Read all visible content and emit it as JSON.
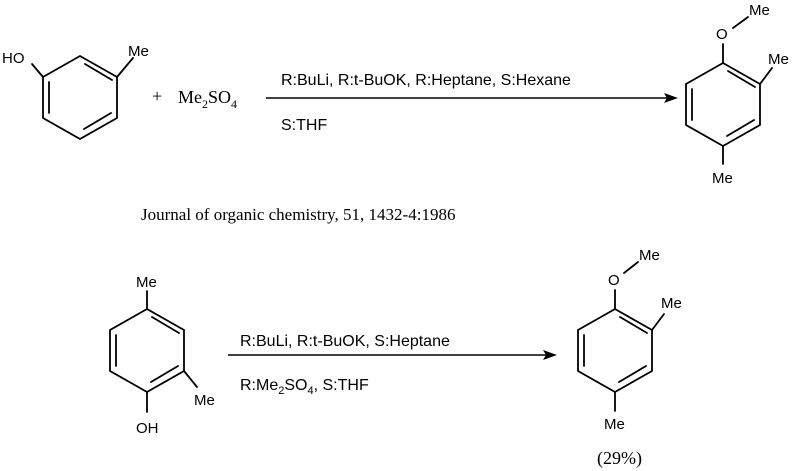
{
  "reaction1": {
    "reactant_a": {
      "oh": "HO",
      "me": "Me"
    },
    "plus": "+",
    "reagent": {
      "main": "Me",
      "sub1": "2",
      "mid": "SO",
      "sub2": "4"
    },
    "conditions_above": "R:BuLi,  R:t-BuOK,  R:Heptane,  S:Hexane",
    "conditions_below": "S:THF",
    "product": {
      "ome": "Me",
      "me_ortho": "Me",
      "me_para": "Me"
    }
  },
  "reference": "Journal of organic chemistry, 51, 1432-4:1986",
  "reaction2": {
    "reactant": {
      "me_top": "Me",
      "me_ortho": "Me",
      "oh": "OH"
    },
    "conditions_above": "R:BuLi,  R:t-BuOK,  S:Heptane",
    "conditions_below": {
      "pre": "R:Me",
      "sub1": "2",
      "mid": "SO",
      "sub2": "4",
      "post": ",  S:THF"
    },
    "product": {
      "ome": "Me",
      "me_ortho": "Me",
      "me_para": "Me"
    },
    "yield": "(29%)"
  }
}
